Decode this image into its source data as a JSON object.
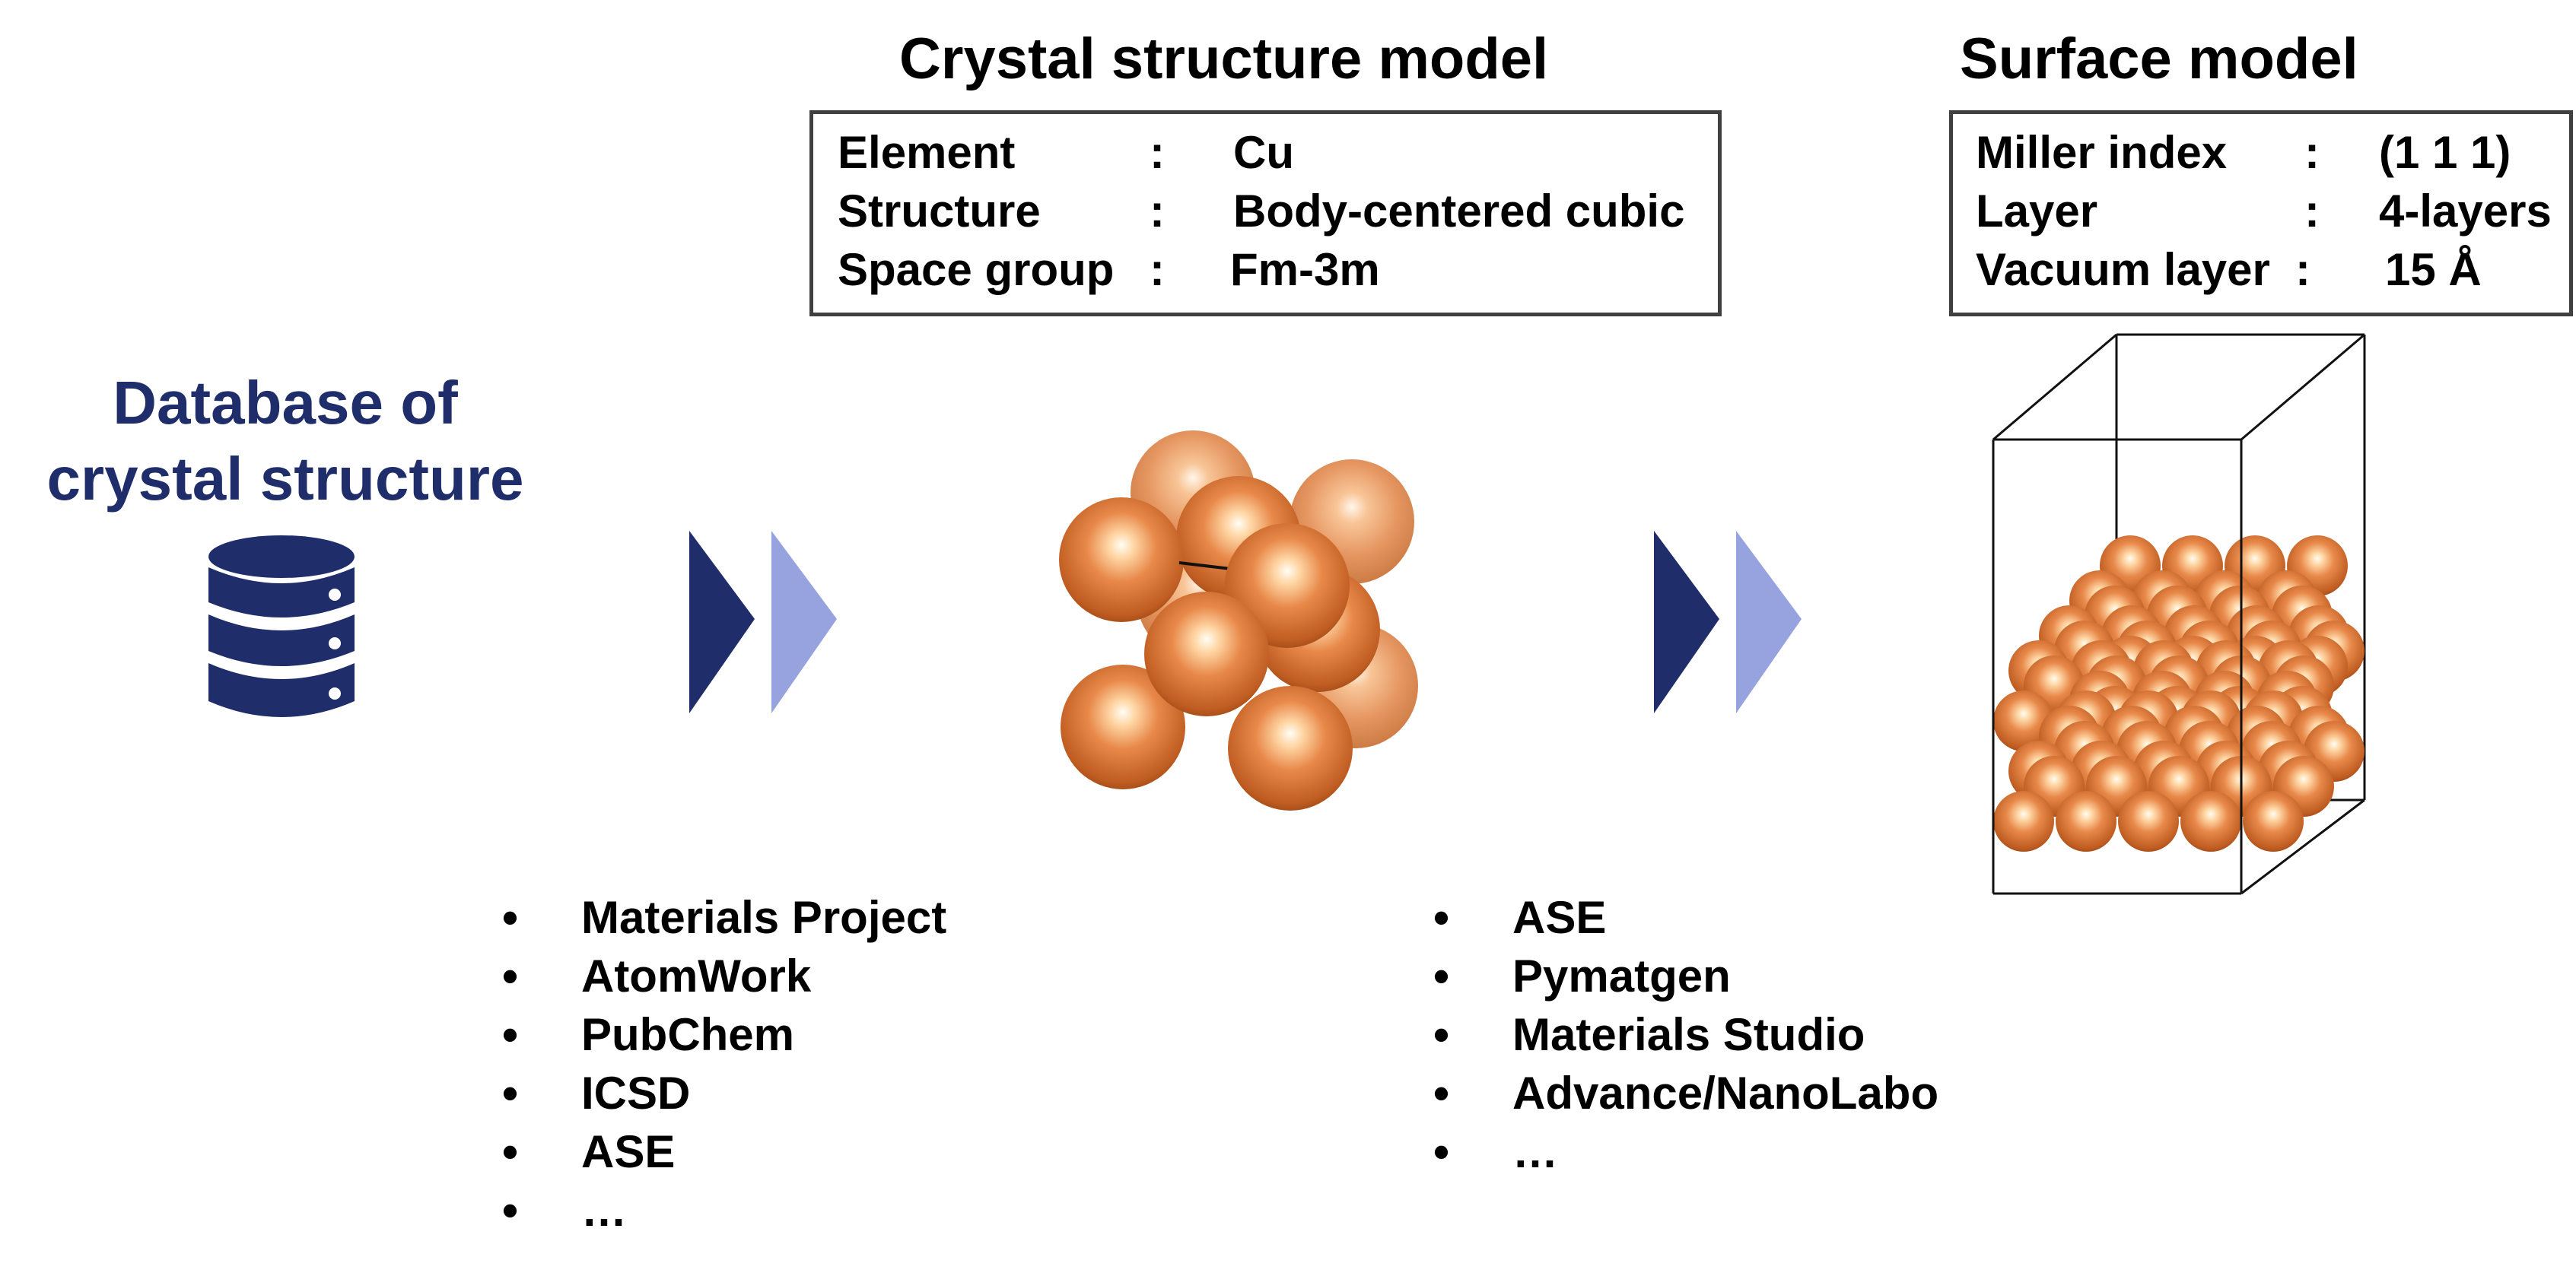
{
  "database": {
    "title_line1": "Database of",
    "title_line2": "crystal structure",
    "icon": "database-icon",
    "color": "#1f2d6b"
  },
  "crystal_model": {
    "title": "Crystal structure model",
    "rows": [
      {
        "key": "Element",
        "sep": ":",
        "value": "Cu"
      },
      {
        "key": "Structure",
        "sep": ":",
        "value": "Body-centered cubic"
      },
      {
        "key": "Space group",
        "sep": ":",
        "value": "Fm-3m"
      }
    ]
  },
  "surface_model": {
    "title": "Surface model",
    "rows": [
      {
        "key": "Miller index",
        "sep": ":",
        "value": "(1 1 1)"
      },
      {
        "key": "Layer",
        "sep": ":",
        "value": "4-layers"
      },
      {
        "key": "Vacuum layer",
        "sep": ":",
        "value": "15 Å"
      }
    ]
  },
  "db_sources": {
    "bullet": "•",
    "items": [
      "Materials Project",
      "AtomWork",
      "PubChem",
      "ICSD",
      "ASE",
      "…"
    ]
  },
  "tools": {
    "bullet": "•",
    "items": [
      "ASE",
      "Pymatgen",
      "Materials Studio",
      "Advance/NanoLabo",
      "…"
    ]
  },
  "colors": {
    "arrow_dark": "#1f2d6b",
    "arrow_light": "#96a3df",
    "atom": "#d9793a"
  }
}
